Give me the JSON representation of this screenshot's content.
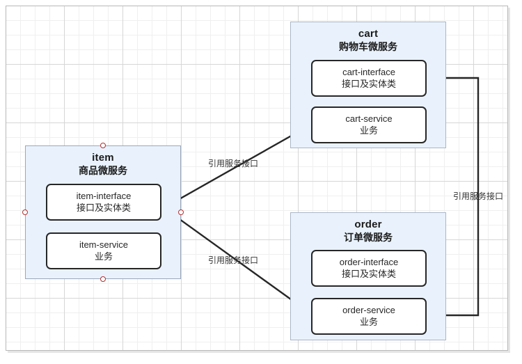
{
  "diagram": {
    "title": "microservice-architecture",
    "colors": {
      "group_fill": "#e9f2fc",
      "group_border": "#a9b6c6",
      "module_border": "#262626",
      "module_fill": "#ffffff",
      "edge_stroke": "#262626",
      "handle_stroke": "#b03030",
      "grid_minor": "#efefef",
      "grid_major": "#d6d6d6",
      "page_border": "#b8b8b8"
    },
    "groups": [
      {
        "id": "item",
        "title": "item",
        "subtitle": "商品微服务",
        "selected": true,
        "modules": [
          {
            "id": "item-interface",
            "name": "item-interface",
            "desc": "接口及实体类"
          },
          {
            "id": "item-service",
            "name": "item-service",
            "desc": "业务"
          }
        ]
      },
      {
        "id": "cart",
        "title": "cart",
        "subtitle": "购物车微服务",
        "selected": false,
        "modules": [
          {
            "id": "cart-interface",
            "name": "cart-interface",
            "desc": "接口及实体类"
          },
          {
            "id": "cart-service",
            "name": "cart-service",
            "desc": "业务"
          }
        ]
      },
      {
        "id": "order",
        "title": "order",
        "subtitle": "订单微服务",
        "selected": false,
        "modules": [
          {
            "id": "order-interface",
            "name": "order-interface",
            "desc": "接口及实体类"
          },
          {
            "id": "order-service",
            "name": "order-service",
            "desc": "业务"
          }
        ]
      }
    ],
    "edges": [
      {
        "id": "item-to-cart",
        "label": "引用服务接口",
        "from": "item-interface",
        "to": "cart-service"
      },
      {
        "id": "item-to-order",
        "label": "引用服务接口",
        "from": "item-interface",
        "to": "order-service"
      },
      {
        "id": "cart-to-order",
        "label": "引用服务接口",
        "from": "cart-interface",
        "to": "order-service"
      }
    ]
  }
}
